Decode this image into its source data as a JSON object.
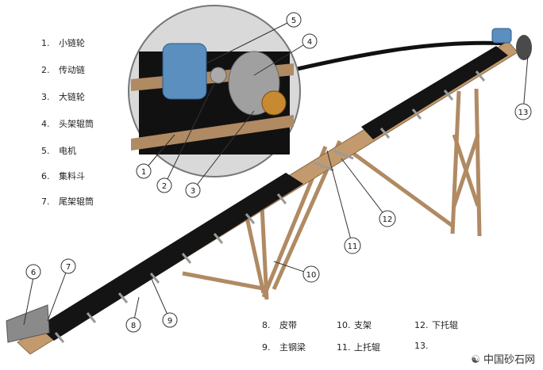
{
  "legend_left": [
    {
      "num": "1.",
      "label": "小链轮"
    },
    {
      "num": "2.",
      "label": "传动链"
    },
    {
      "num": "3.",
      "label": "大链轮"
    },
    {
      "num": "4.",
      "label": "头架辊筒"
    },
    {
      "num": "5.",
      "label": "电机"
    },
    {
      "num": "6.",
      "label": "集料斗"
    },
    {
      "num": "7.",
      "label": "尾架辊筒"
    }
  ],
  "legend_bottom": [
    {
      "num": "8.",
      "label": "皮带"
    },
    {
      "num": "9.",
      "label": "主钢梁"
    },
    {
      "num": "10.",
      "label": "支架"
    },
    {
      "num": "11.",
      "label": "上托辊"
    },
    {
      "num": "12.",
      "label": "下托辊"
    },
    {
      "num": "13.",
      "label": ""
    }
  ],
  "callouts": [
    "1",
    "2",
    "3",
    "4",
    "5",
    "6",
    "7",
    "8",
    "9",
    "10",
    "11",
    "12",
    "13"
  ],
  "watermark": "中国砂石网",
  "colors": {
    "frame": "#b08a63",
    "belt": "#141414",
    "motor": "#5a8fc0",
    "roller": "#9a9a9a"
  }
}
